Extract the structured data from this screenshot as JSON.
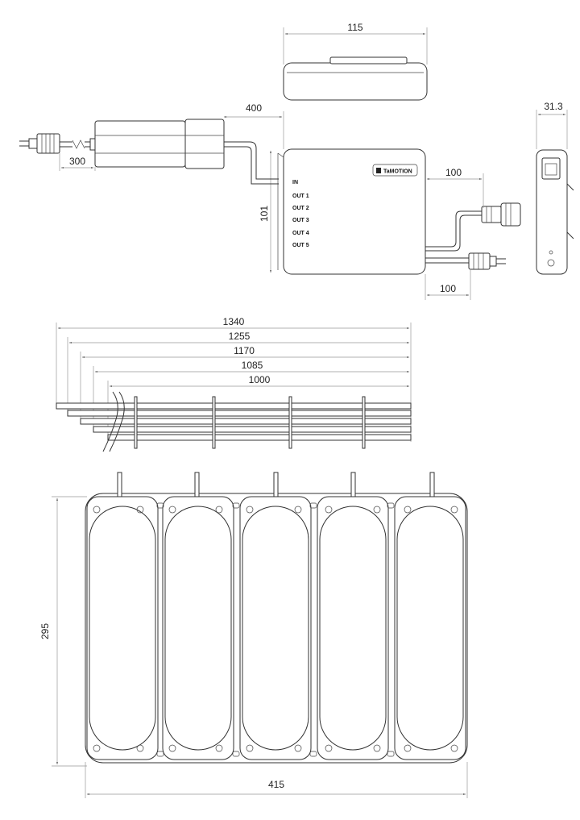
{
  "dimensions": {
    "top_width": "115",
    "cable_in": "400",
    "plug_cable": "300",
    "side_depth": "31.3",
    "box_height": "101",
    "out_upper": "100",
    "out_lower": "100",
    "lengths": [
      "1340",
      "1255",
      "1170",
      "1085",
      "1000"
    ],
    "pad_height": "295",
    "pad_width": "415"
  },
  "ports": [
    "IN",
    "OUT 1",
    "OUT 2",
    "OUT 3",
    "OUT 4",
    "OUT 5"
  ],
  "brand": "TaMOTION",
  "icons": [
    "plug-icon",
    "brand-logo-icon"
  ]
}
